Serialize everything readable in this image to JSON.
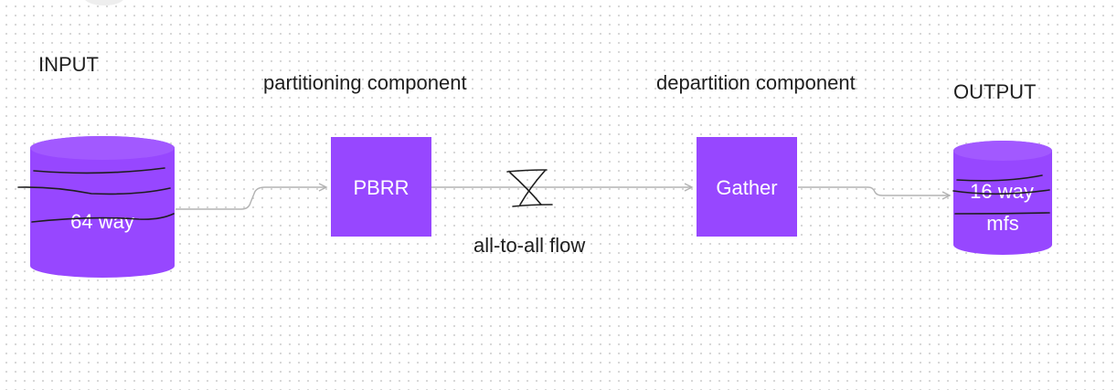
{
  "labels": {
    "input": "INPUT",
    "partitioning": "partitioning component",
    "departition": "departition component",
    "output": "OUTPUT",
    "flow": "all-to-all flow"
  },
  "nodes": {
    "input_db": "64 way",
    "pbrr": "PBRR",
    "gather": "Gather",
    "output_db_line1": "16 way",
    "output_db_line2": "mfs"
  },
  "colors": {
    "node_fill": "#9747ff",
    "node_top": "#a259ff",
    "connector": "#b3b3b3",
    "ink": "#1e1e1e"
  }
}
